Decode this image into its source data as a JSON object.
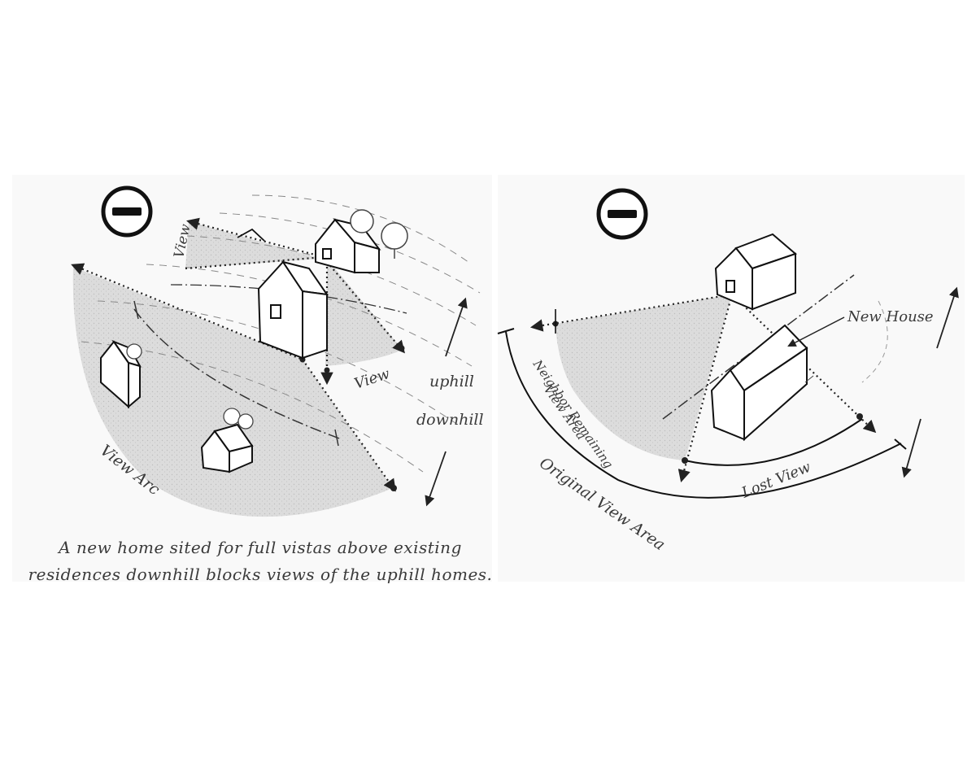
{
  "left_panel": {
    "badge_icon": "minus-circle-icon",
    "labels": {
      "view_top": "View",
      "view_right": "View",
      "uphill": "uphill",
      "downhill": "downhill",
      "view_arc": "View Arc"
    },
    "caption_lines": [
      "A new home sited for full vistas above existing",
      "residences downhill blocks views of the uphill homes."
    ]
  },
  "right_panel": {
    "badge_icon": "minus-circle-icon",
    "labels": {
      "new_house": "New House",
      "neighbor_remaining": "Neighbor Remaining",
      "view_area": "View Area",
      "original_view_area": "Original View Area",
      "lost_view": "Lost View"
    }
  }
}
